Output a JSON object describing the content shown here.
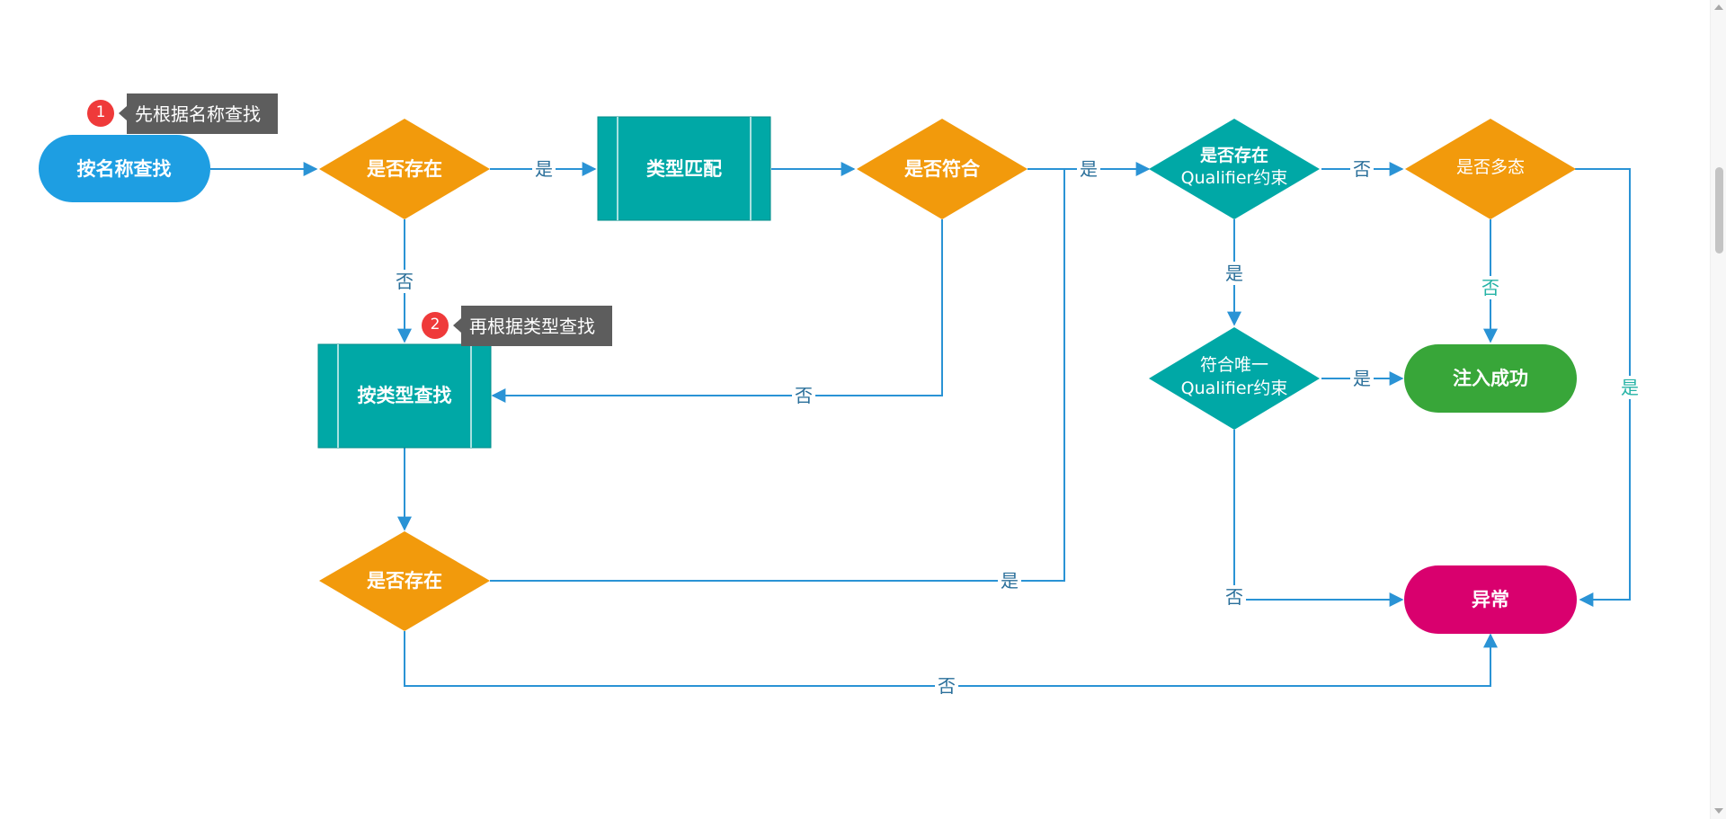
{
  "nodes": {
    "start": "按名称查找",
    "exists_1": "是否存在",
    "type_match": "类型匹配",
    "conforms": "是否符合",
    "qualifier_exists_line1": "是否存在",
    "qualifier_exists_line2": "Qualifier约束",
    "polymorphic": "是否多态",
    "find_by_type": "按类型查找",
    "unique_qualifier_line1": "符合唯一",
    "unique_qualifier_line2": "Qualifier约束",
    "inject_success": "注入成功",
    "exists_2": "是否存在",
    "exception": "异常"
  },
  "edge_labels": {
    "yes": "是",
    "no": "否"
  },
  "callouts": [
    {
      "badge": "1",
      "text": "先根据名称查找"
    },
    {
      "badge": "2",
      "text": "再根据类型查找"
    }
  ],
  "colors": {
    "edge": "#2a93d5",
    "start": "#1e9ee2",
    "diamond_orange": "#f29a0c",
    "teal": "#00a8a6",
    "teal_dark_border": "#007f7d",
    "success": "#38a639",
    "exception": "#d9006e",
    "callout_bg": "#5d5d5d",
    "badge": "#ef3a3a"
  }
}
